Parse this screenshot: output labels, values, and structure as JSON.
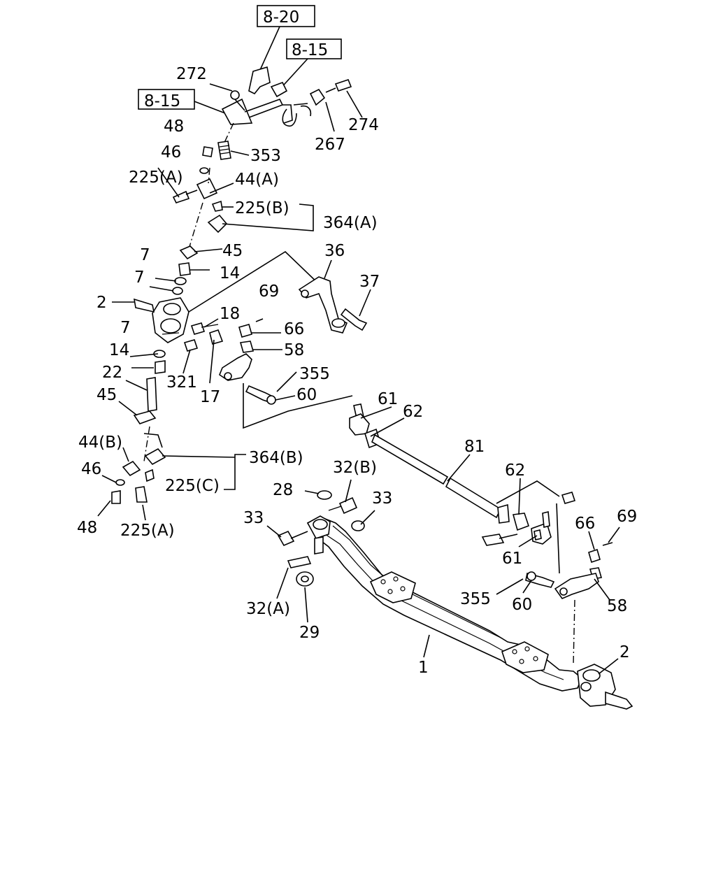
{
  "references": [
    "8-20",
    "8-15",
    "8-15"
  ],
  "labels": {
    "l272": "272",
    "l48a": "48",
    "l46a": "46",
    "l225a1": "225(A)",
    "l353": "353",
    "l267": "267",
    "l274": "274",
    "l44a": "44(A)",
    "l225b": "225(B)",
    "l364a": "364(A)",
    "l45a": "45",
    "l7a": "7",
    "l14a": "14",
    "l7b": "7",
    "l2a": "2",
    "l36": "36",
    "l37": "37",
    "l69a": "69",
    "l18": "18",
    "l66a": "66",
    "l58a": "58",
    "l7c": "7",
    "l14b": "14",
    "l22": "22",
    "l321": "321",
    "l17": "17",
    "l355a": "355",
    "l60a": "60",
    "l45b": "45",
    "l61a": "61",
    "l62a": "62",
    "l81": "81",
    "l44b": "44(B)",
    "l364b": "364(B)",
    "l46b": "46",
    "l225c": "225(C)",
    "l32b": "32(B)",
    "l28": "28",
    "l33a": "33",
    "l48b": "48",
    "l225a2": "225(A)",
    "l62b": "62",
    "l33b": "33",
    "l66b": "66",
    "l69b": "69",
    "l61b": "61",
    "l355b": "355",
    "l60b": "60",
    "l32a": "32(A)",
    "l58b": "58",
    "l29": "29",
    "l1": "1",
    "l2b": "2"
  }
}
